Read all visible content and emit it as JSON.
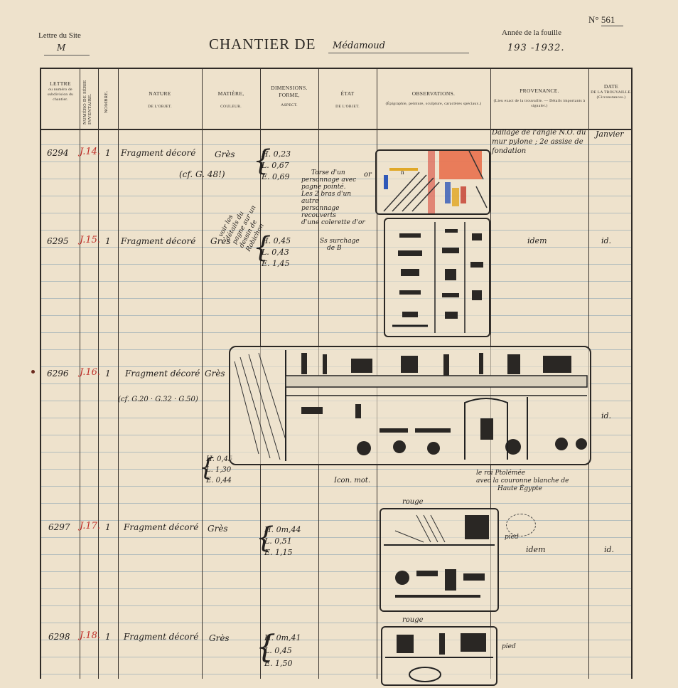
{
  "header": {
    "number": "N° 561",
    "site_label": "Lettre du Site",
    "site_value": "M",
    "title": "CHANTIER DE",
    "chantier_value": "Médamoud",
    "year_label": "Année de la fouille",
    "year_value": "193 -1932."
  },
  "columns": [
    {
      "main": "LETTRE",
      "sub": "ou numéro de subdivision du chantier."
    },
    {
      "main": "NUMÉRO DE SÉRIE INVENTAIRE."
    },
    {
      "main": "NOMBRE."
    },
    {
      "main": "NATURE",
      "sub": "DE L'OBJET."
    },
    {
      "main": "MATIÈRE,",
      "sub": "COULEUR."
    },
    {
      "main": "DIMENSIONS. FORME,",
      "sub": "ASPECT."
    },
    {
      "main": "ÉTAT",
      "sub": "DE L'OBJET."
    },
    {
      "main": "OBSERVATIONS.",
      "sub": "(Épigraphie, peinture, sculpture, caractères spéciaux.)"
    },
    {
      "main": "PROVENANCE.",
      "sub": "(Lieu exact de la trouvaille. — Détails importants à signaler.)"
    },
    {
      "main": "DATE",
      "sub": "DE LA TROUVAILLE. (Circonstances.)"
    }
  ],
  "rows": [
    {
      "num": "6294",
      "inv": "J.14.",
      "count": "1",
      "nature": "Fragment décoré",
      "nature_ref": "(cf. G. 48!)",
      "matiere": "Grès",
      "dims": [
        "H. 0,23",
        "L. 0,67",
        "E. 0,69"
      ],
      "etat": [
        "Torse d'un",
        "personnage avec",
        "pagne pointé.",
        "Les 2 bras d'un autre",
        "personnage recouverts",
        "d'une colerette d'or"
      ],
      "provenance": "Dallage de l'angle N.O. du mur pylone ; 2e assise de fondation",
      "date": "Janvier"
    },
    {
      "num": "6295",
      "inv": "J.15.",
      "count": "1",
      "nature": "Fragment décoré",
      "matiere": "Grès",
      "dims": [
        "H. 0,45",
        "L. 0,43",
        "E. 1,45"
      ],
      "etat": [
        "Ss surchage",
        "de B"
      ],
      "provenance": "idem",
      "date": "id."
    },
    {
      "num": "6296",
      "inv": "J.16.",
      "count": "1",
      "nature": "Fragment décoré",
      "nature_ref": "(cf. G.20 · G.32 · G.50)",
      "matiere": "Grès",
      "dims": [
        "H. 0,45",
        "L. 1,30",
        "E. 0,44"
      ],
      "provenance": "",
      "date": "id."
    },
    {
      "num": "6297",
      "inv": "J.17.",
      "count": "1",
      "nature": "Fragment décoré",
      "matiere": "Grès",
      "dims": [
        "H. 0m,44",
        "L. 0,51",
        "E. 1,15"
      ],
      "provenance": "idem",
      "date": "id."
    },
    {
      "num": "6298",
      "inv": "J.18.",
      "count": "1",
      "nature": "Fragment décoré",
      "matiere": "Grès",
      "dims": [
        "H. 0m,41",
        "L. 0,45",
        "E. 1,50"
      ],
      "provenance": "",
      "date": ""
    }
  ],
  "margin_note": [
    "voir les",
    "détails du",
    "pagne sur un",
    "dessin de",
    "Robichon"
  ],
  "sketch_labels": {
    "icon_mot": "Icon. mot.",
    "ptolemy": [
      "le roi Ptolémée",
      "avec la couronne blanche de",
      "Haute Égypte"
    ],
    "rouge_1": "rouge",
    "rouge_2": "rouge",
    "pied_1": "pied",
    "pied_2": "pied",
    "or_mark": "or",
    "n_mark": "n"
  }
}
